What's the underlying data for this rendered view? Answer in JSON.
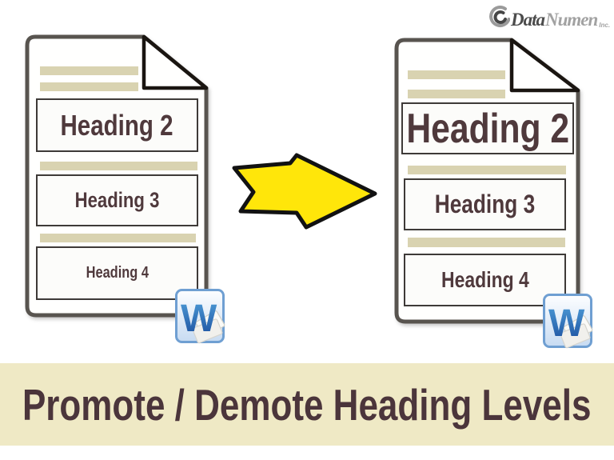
{
  "brand": {
    "name_bold": "Data",
    "name_light": "Numen",
    "suffix": "Inc."
  },
  "left_document": {
    "headings": [
      {
        "label": "Heading 2",
        "level": 2
      },
      {
        "label": "Heading 3",
        "level": 3
      },
      {
        "label": "Heading 4",
        "level": 4
      }
    ]
  },
  "right_document": {
    "headings": [
      {
        "label": "Heading 2",
        "level": 2
      },
      {
        "label": "Heading 3",
        "level": 3
      },
      {
        "label": "Heading 4",
        "level": 4
      }
    ]
  },
  "arrow": {
    "direction": "right",
    "fill": "#ffe60a",
    "outline": "#121212"
  },
  "word_icon": {
    "letter": "W"
  },
  "caption": {
    "text": "Promote / Demote Heading Levels",
    "background": "#efe9c5",
    "color": "#4b353b"
  },
  "colors": {
    "heading_text": "#4f393c",
    "body_line": "#d9d3b1",
    "page_border": "#58544f",
    "fold_outline": "#1a1511"
  }
}
